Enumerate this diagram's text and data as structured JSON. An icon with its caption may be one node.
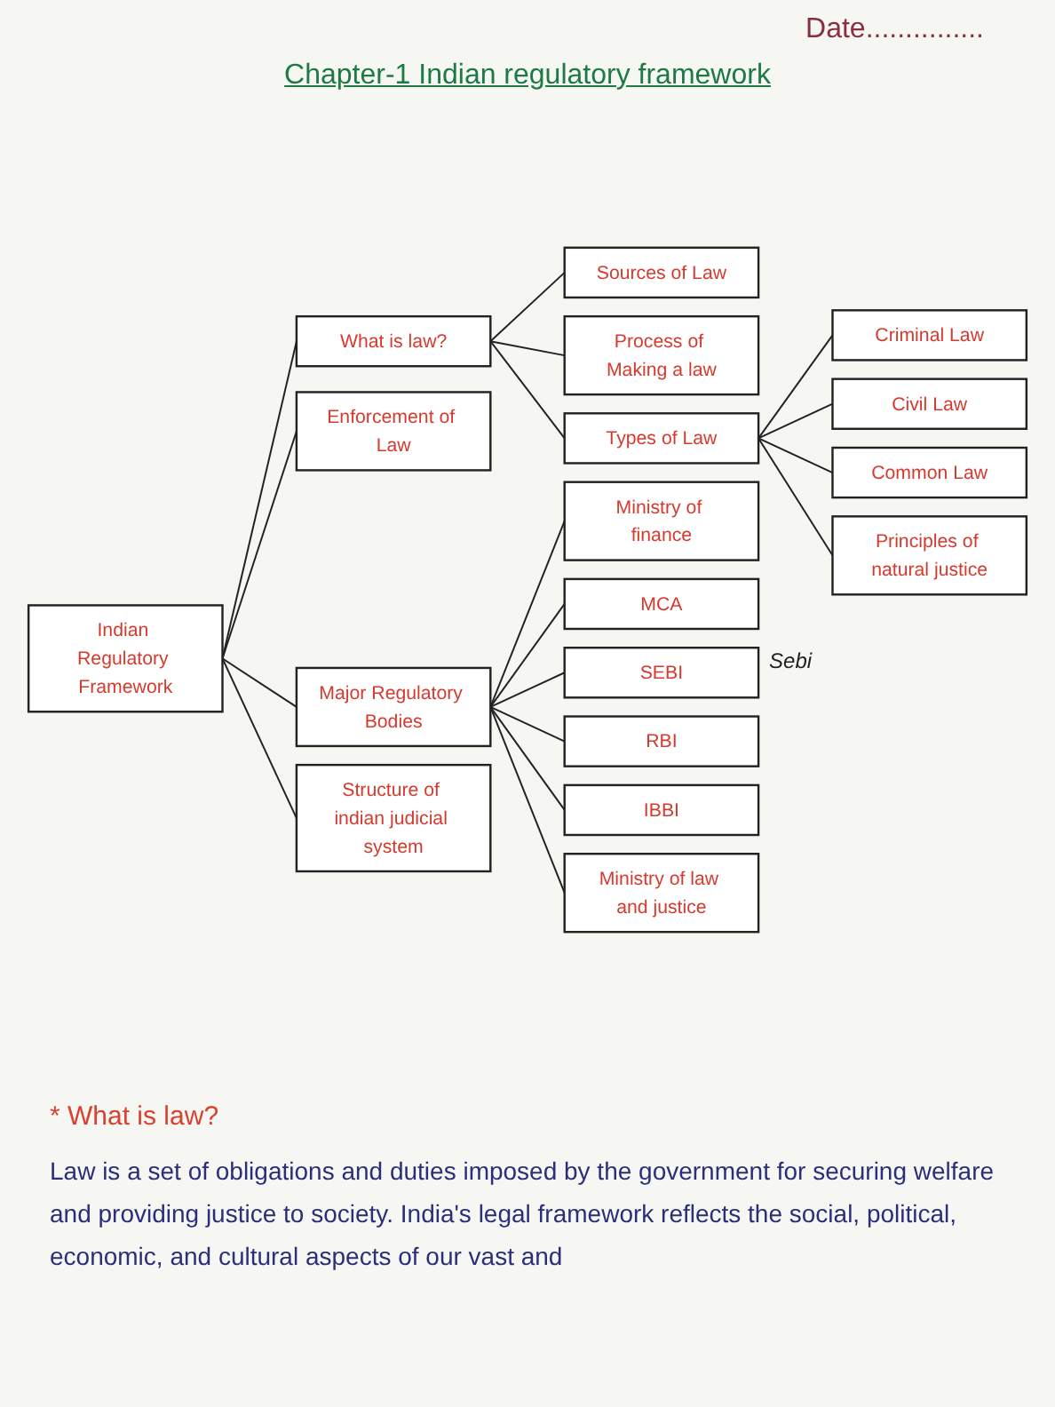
{
  "diagram": {
    "title": "Chapter-1 Indian regulatory framework",
    "nodes": [
      {
        "text": [
          "Indian Regulatory Framework"
        ]
      },
      {
        "text": [
          "What is law?"
        ]
      },
      {
        "text": [
          "Sources of Law"
        ]
      },
      {
        "text": [
          "Process of Making a law"
        ]
      },
      {
        "text": [
          "Types of Law"
        ]
      },
      {
        "text": [
          "Criminal Law"
        ]
      },
      {
        "text": [
          "Civil Law"
        ]
      },
      {
        "text": [
          "Common Law"
        ]
      },
      {
        "text": [
          "Principles of natural justice"
        ]
      },
      {
        "text": [
          "Enforcement of Law"
        ]
      },
      {
        "text": [
          "Major Regulatory Bodies"
        ]
      },
      {
        "text": [
          "Ministry of finance"
        ]
      },
      {
        "text": [
          "MCA"
        ]
      },
      {
        "text": [
          "SEBI"
        ],
        "beside": [
          "Sebi"
        ]
      },
      {
        "text": [
          "RBI"
        ]
      },
      {
        "text": [
          "IBBI"
        ]
      },
      {
        "text": [
          "Ministry of law and justice"
        ]
      },
      {
        "text": [
          "Structure of indian judicial system"
        ]
      }
    ],
    "edges": [
      {
        "from": 0,
        "to": 1,
        "arrow": "none"
      },
      {
        "from": 0,
        "to": 9,
        "arrow": "none"
      },
      {
        "from": 0,
        "to": 10,
        "arrow": "none"
      },
      {
        "from": 0,
        "to": 17,
        "arrow": "none"
      },
      {
        "from": 1,
        "to": 2,
        "arrow": "none"
      },
      {
        "from": 1,
        "to": 3,
        "arrow": "none"
      },
      {
        "from": 1,
        "to": 4,
        "arrow": "none"
      },
      {
        "from": 4,
        "to": 5,
        "arrow": "none"
      },
      {
        "from": 4,
        "to": 6,
        "arrow": "none"
      },
      {
        "from": 4,
        "to": 7,
        "arrow": "none"
      },
      {
        "from": 4,
        "to": 8,
        "arrow": "none"
      },
      {
        "from": 10,
        "to": 11,
        "arrow": "none"
      },
      {
        "from": 10,
        "to": 12,
        "arrow": "none"
      },
      {
        "from": 10,
        "to": 13,
        "arrow": "none"
      },
      {
        "from": 10,
        "to": 14,
        "arrow": "none"
      },
      {
        "from": 10,
        "to": 15,
        "arrow": "none"
      },
      {
        "from": 10,
        "to": 16,
        "arrow": "none"
      }
    ],
    "labels": [
      "Date...............",
      "* What is law?",
      "Law is a set of obligations and duties imposed by the government for securing welfare and providing justice to society. India's legal framework reflects the social, political, economic, and cultural aspects of our vast and"
    ]
  }
}
